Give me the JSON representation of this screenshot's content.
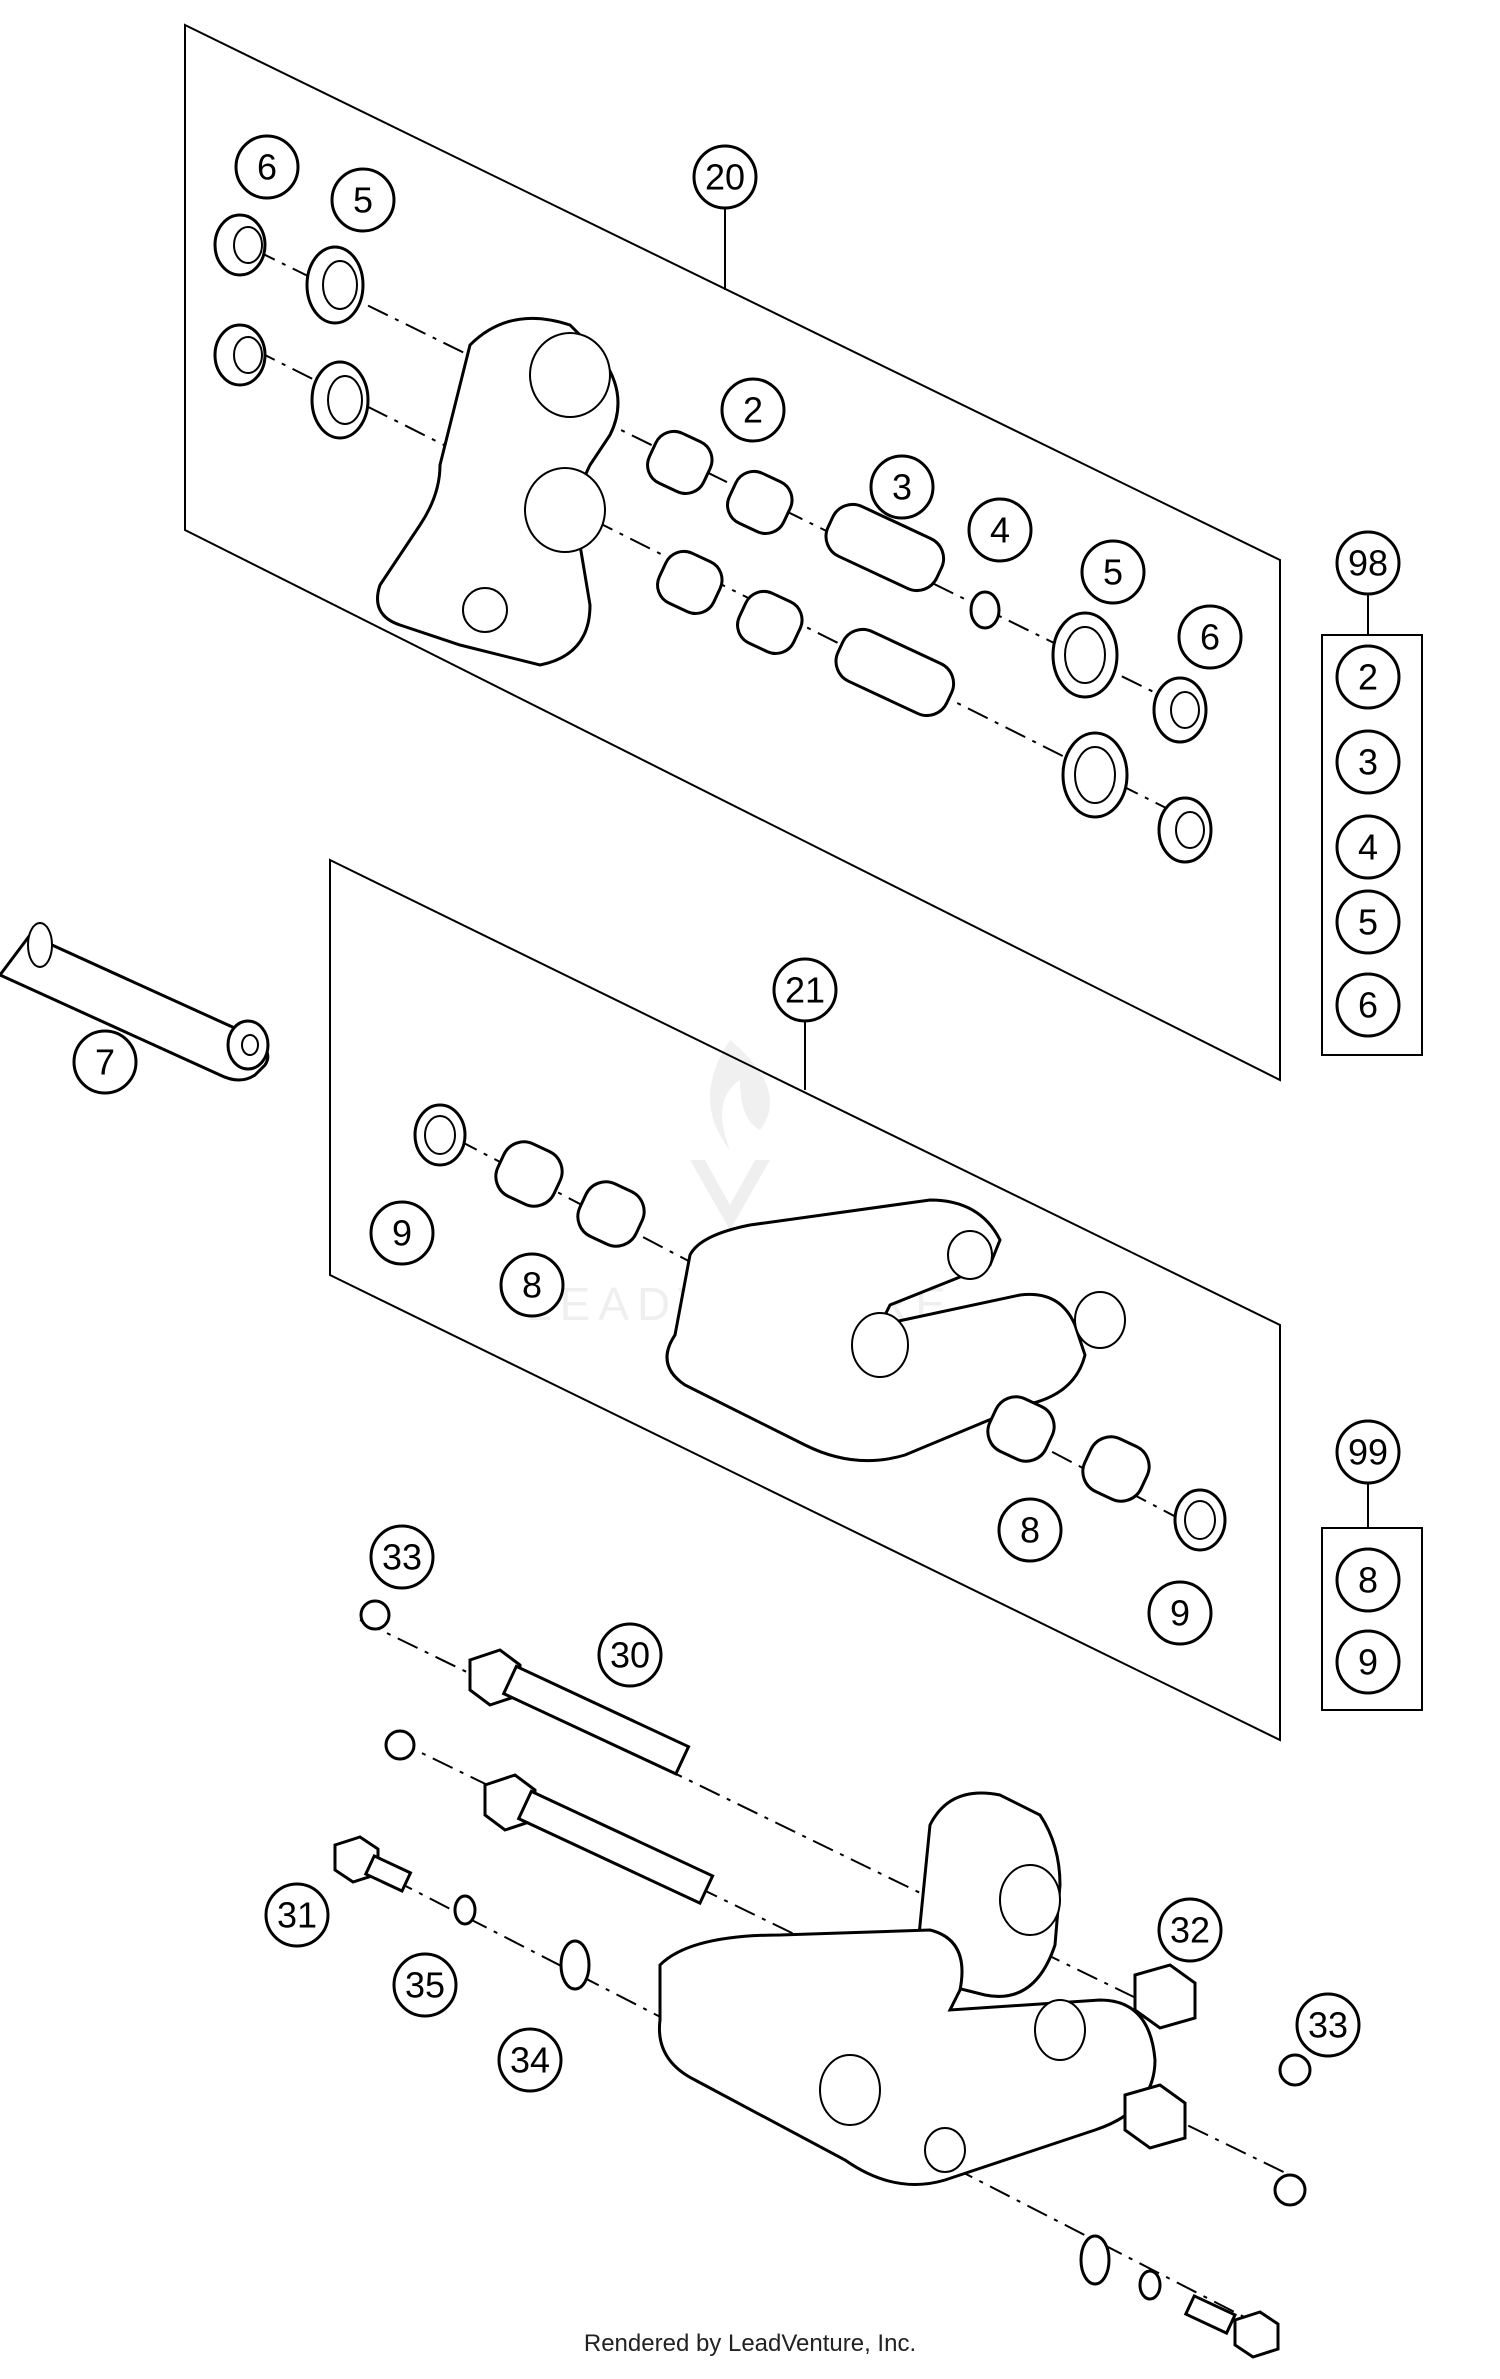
{
  "diagram": {
    "callouts": {
      "c20": "20",
      "c6a": "6",
      "c5a": "5",
      "c2": "2",
      "c3": "3",
      "c4": "4",
      "c5b": "5",
      "c6b": "6",
      "c98": "98",
      "k98_2": "2",
      "k98_3": "3",
      "k98_4": "4",
      "k98_5": "5",
      "k98_6": "6",
      "c7": "7",
      "c21": "21",
      "c9a": "9",
      "c8a": "8",
      "c8b": "8",
      "c9b": "9",
      "c99": "99",
      "k99_8": "8",
      "k99_9": "9",
      "c33a": "33",
      "c30": "30",
      "c31": "31",
      "c35": "35",
      "c34": "34",
      "c32": "32",
      "c33b": "33"
    },
    "footer_text": "Rendered by LeadVenture, Inc.",
    "watermark_text": "LEADVENTURE"
  }
}
